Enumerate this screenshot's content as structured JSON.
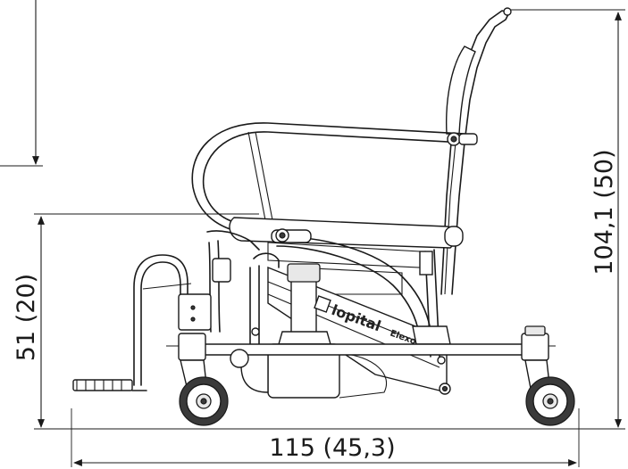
{
  "dimensions": {
    "total_height_label": "104,1 (50)",
    "seat_height_label": "51 (20)",
    "total_length_label": "115 (45,3)"
  },
  "labels": {
    "brand_text": "lopital",
    "model_text": "Elexo"
  },
  "colors": {
    "line": "#1a1a1a",
    "background": "#ffffff"
  }
}
